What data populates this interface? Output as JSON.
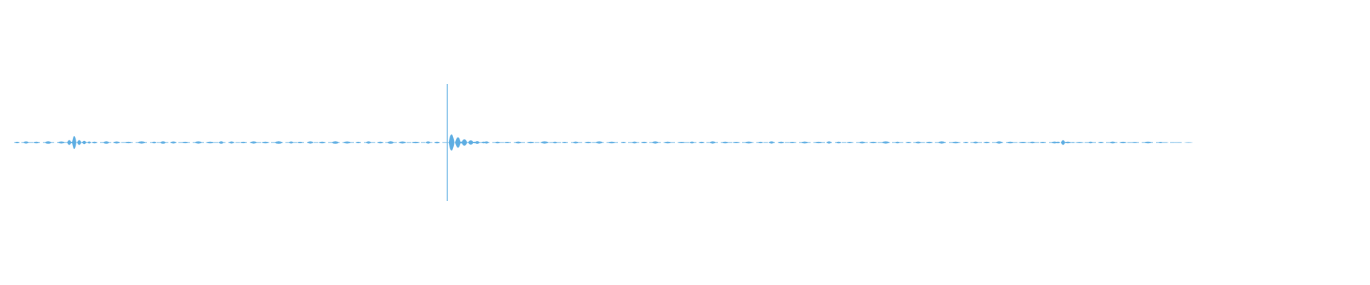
{
  "waveform": {
    "color": "#5dade2",
    "background": "#ffffff",
    "events": [
      {
        "t": 0.0,
        "amp": 0.02,
        "kind": "tick"
      },
      {
        "t": 0.05,
        "amp": 0.22,
        "kind": "burst"
      },
      {
        "t": 0.37,
        "amp": 1.0,
        "kind": "spike"
      },
      {
        "t": 0.895,
        "amp": 0.08,
        "kind": "burst"
      },
      {
        "t": 1.0,
        "amp": 0.02,
        "kind": "end"
      }
    ],
    "segments": [
      {
        "start": 0.0,
        "end": 0.36,
        "level": 0.04
      },
      {
        "start": 0.37,
        "end": 0.86,
        "level": 0.035
      },
      {
        "start": 0.86,
        "end": 0.98,
        "level": 0.03
      },
      {
        "start": 0.98,
        "end": 1.0,
        "level": 0.01
      }
    ]
  }
}
